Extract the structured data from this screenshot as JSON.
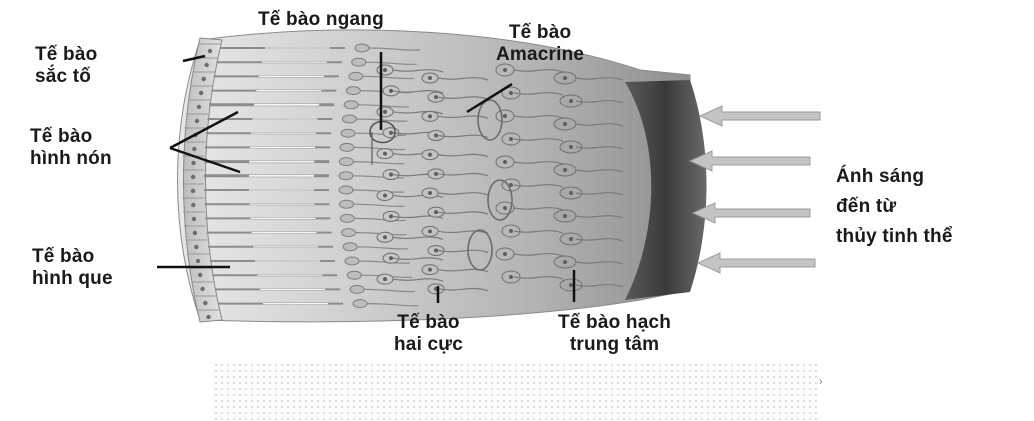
{
  "diagram": {
    "labels": {
      "pigment": [
        "Tế bào",
        "sắc tố"
      ],
      "cone": [
        "Tế bào",
        "hình nón"
      ],
      "rod": [
        "Tế bào",
        "hình que"
      ],
      "horizontal": "Tế bào ngang",
      "amacrine": [
        "Tế bào",
        "Amacrine"
      ],
      "bipolar": [
        "Tế bào",
        "hai cực"
      ],
      "ganglion": [
        "Tế bào hạch",
        "trung tâm"
      ],
      "light": [
        "Ánh sáng",
        "đến từ",
        "thủy tinh thể"
      ]
    },
    "small_mark": "›",
    "colors": {
      "text": "#1a1a1a",
      "tissue_dark": "#4a4a4a",
      "tissue_mid": "#9a9a9a",
      "tissue_light": "#d8d8d8",
      "arrow": "#b9b9b9"
    }
  }
}
